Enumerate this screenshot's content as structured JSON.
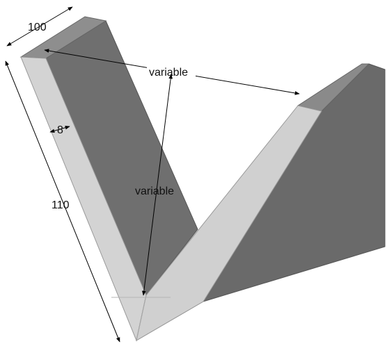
{
  "dimensions": {
    "width_label": "100",
    "length_label": "110",
    "thickness_label": "8",
    "span_label": "variable",
    "depth_label": "variable"
  },
  "colors": {
    "face_light": "#d2d2d2",
    "face_mid": "#8c8c8c",
    "face_dark": "#6e6e6e",
    "face_shadow": "#5f5f5f",
    "line": "#000000"
  }
}
